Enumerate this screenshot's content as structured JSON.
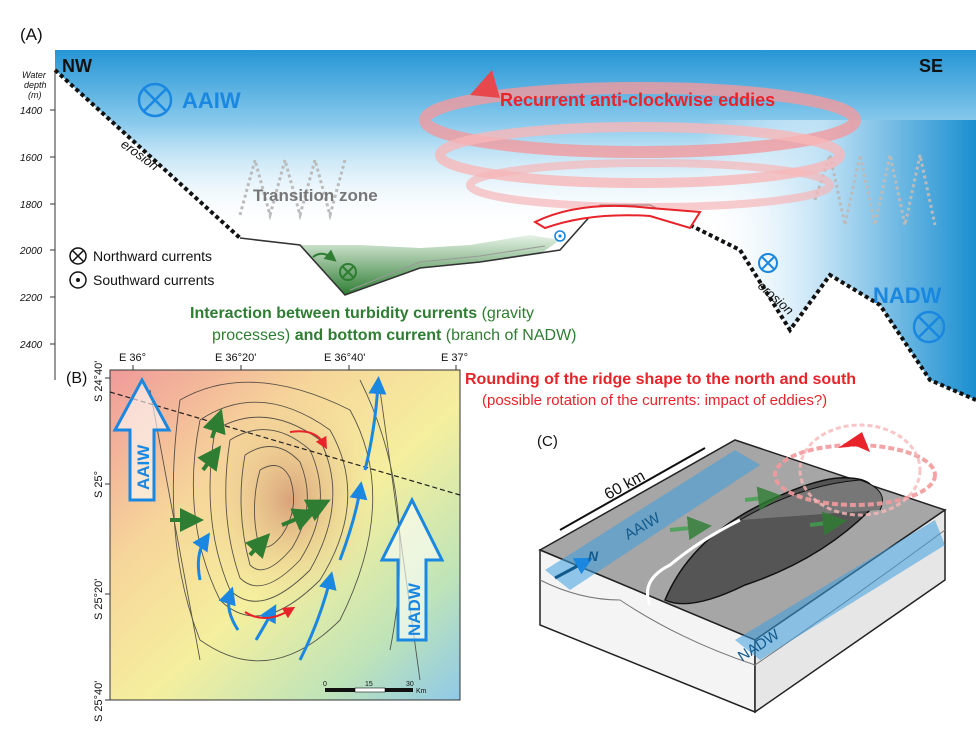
{
  "panel_labels": {
    "a": "(A)",
    "b": "(B)",
    "c": "(C)"
  },
  "profile": {
    "nw": "NW",
    "se": "SE",
    "depth_title_lines": [
      "Water",
      "depth",
      "(m)"
    ],
    "depth_ticks": [
      "1400",
      "1600",
      "1800",
      "2000",
      "2200",
      "2400"
    ],
    "aaiw": "AAIW",
    "nadw": "NADW",
    "eddies": "Recurrent anti-clockwise eddies",
    "transition": "Transition zone",
    "erosion_left": "erosion",
    "erosion_right": "erosion",
    "legend_north": "Northward currents",
    "legend_south": "Southward currents",
    "interaction": {
      "l1a": "Interaction between turbidity currents",
      "l1b": " (gravity",
      "l2a": "processes)",
      "l2b": " and bottom current",
      "l2c": " (branch of NADW)"
    }
  },
  "map": {
    "lon_ticks": [
      "E 36°",
      "E 36°20'",
      "E 36°40'",
      "E 37°"
    ],
    "lat_ticks": [
      "S 24°40'",
      "S 25°",
      "S 25°20'",
      "S 25°40'"
    ],
    "aaiw": "AAIW",
    "nadw": "NADW",
    "scale_labels": [
      "0",
      "15",
      "30"
    ],
    "scale_unit": "Km"
  },
  "rounding": {
    "line1": "Rounding of the ridge shape to the north and south",
    "line2": "(possible rotation of the currents: impact of eddies?)"
  },
  "block": {
    "scale": "60 km",
    "north": "N",
    "aaiw": "AAIW",
    "nadw": "NADW"
  },
  "colors": {
    "water_blue": "#2b9ad6",
    "eddy_red": "#e8232a",
    "eddy_pink": "#f4a3a6",
    "green": "#2e7d32",
    "arrow_blue": "#1a87e0",
    "gray_text": "#777777"
  }
}
